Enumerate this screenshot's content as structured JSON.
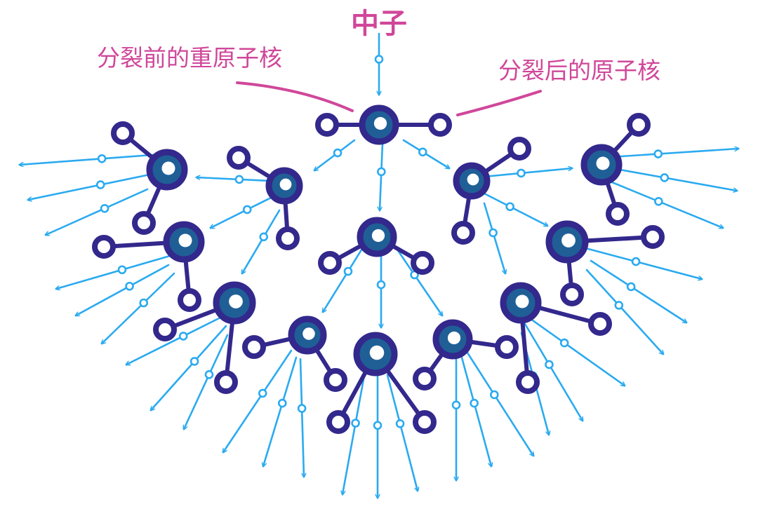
{
  "labels": {
    "neutron": "中子",
    "before_fission": "分裂前的重原子核",
    "after_fission": "分裂后的原子核"
  },
  "colors": {
    "label": "#d0479a",
    "nucleus": "#33288c",
    "nucleus_core": "#1f5f96",
    "neutron_arrow": "#2aaaf0"
  },
  "diagram": {
    "type": "nuclear fission chain reaction",
    "generations": 4
  }
}
